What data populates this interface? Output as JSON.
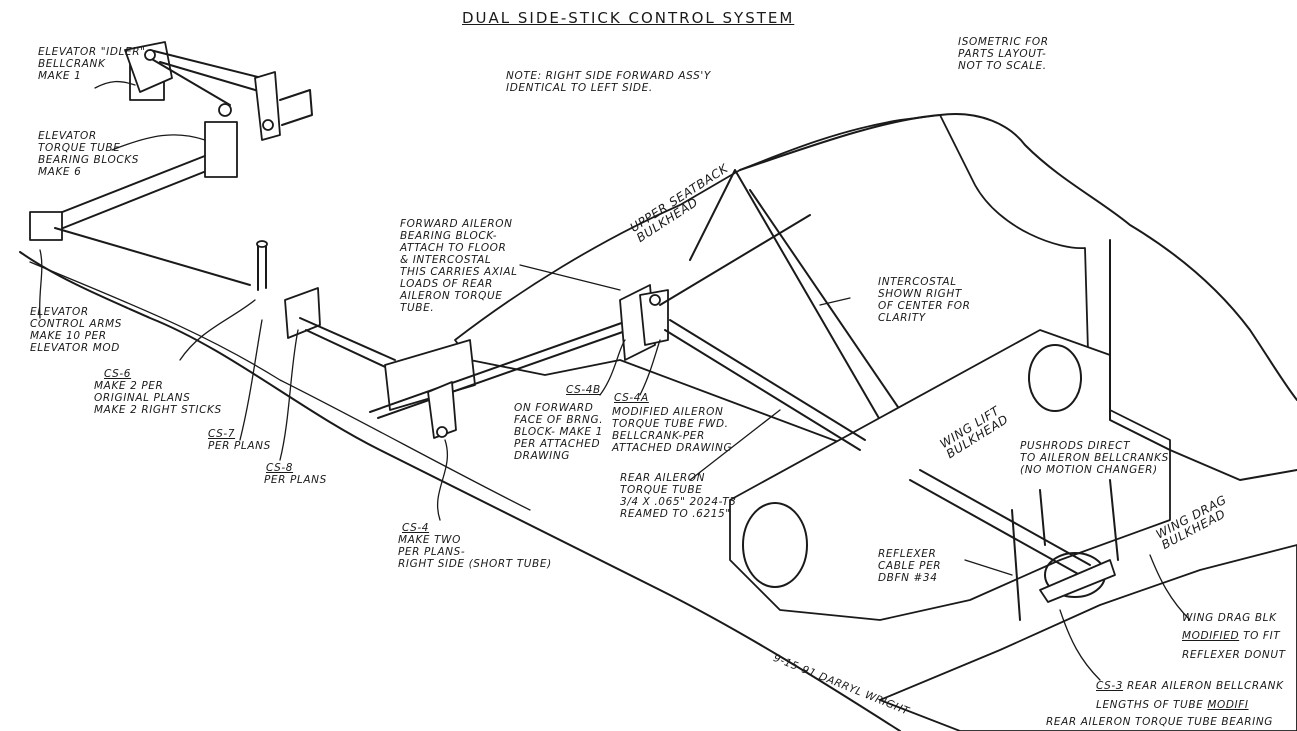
{
  "title": "DUAL SIDE-STICK CONTROL SYSTEM",
  "notes": {
    "isometric": "ISOMETRIC FOR\nPARTS LAYOUT-\nNOT TO SCALE.",
    "right_side": "NOTE: RIGHT SIDE FORWARD ASS'Y\nIDENTICAL TO LEFT SIDE."
  },
  "callouts": {
    "elevator_idler": "ELEVATOR \"IDLER\"\nBELLCRANK\nMAKE 1",
    "torque_tube_blocks": "ELEVATOR\nTORQUE TUBE\nBEARING BLOCKS\nMAKE 6",
    "control_arms": "ELEVATOR\nCONTROL ARMS\nMAKE 10 PER\nELEVATOR MOD",
    "cs6_code": "CS-6",
    "cs6_text": "MAKE 2 PER\nORIGINAL PLANS\nMAKE 2 RIGHT STICKS",
    "cs7_code": "CS-7",
    "cs7_text": "PER PLANS",
    "cs8_code": "CS-8",
    "cs8_text": "PER PLANS",
    "cs4_code": "CS-4",
    "cs4_text": "MAKE TWO\nPER PLANS-\nRIGHT SIDE (SHORT TUBE)",
    "fwd_aileron_block": "FORWARD AILERON\nBEARING BLOCK-\nATTACH TO FLOOR\n& INTERCOSTAL\nTHIS CARRIES AXIAL\nLOADS OF REAR\nAILERON TORQUE\nTUBE.",
    "cs4b_code": "CS-4B",
    "cs4b_text": "ON FORWARD\nFACE OF BRNG.\nBLOCK- MAKE 1\nPER ATTACHED\nDRAWING",
    "cs4a_code": "CS-4A",
    "cs4a_text": "MODIFIED AILERON\nTORQUE TUBE FWD.\nBELLCRANK-PER\nATTACHED DRAWING",
    "rear_torque_tube": "REAR AILERON\nTORQUE TUBE\n3/4 X .065\" 2024-T3\nREAMED TO .6215\"",
    "intercostal": "INTERCOSTAL\nSHOWN RIGHT\nOF CENTER FOR\nCLARITY",
    "upper_seatback": "UPPER SEATBACK\nBULKHEAD",
    "wing_lift": "WING LIFT\nBULKHEAD",
    "wing_drag": "WING DRAG\nBULKHEAD",
    "pushrods": "PUSHRODS DIRECT\nTO AILERON BELLCRANKS\n(NO MOTION CHANGER)",
    "reflexer_cable": "REFLEXER\nCABLE PER\nDBFN #34",
    "drag_blk_mod_a": "WING DRAG BLK",
    "drag_blk_mod_b": "MODIFIED",
    "drag_blk_mod_c": " TO FIT\nREFLEXER DONUT",
    "cs3_code": "CS-3",
    "cs3_text": " REAR AILERON BELLCRANK\nLENGTHS OF TUBE ",
    "cs3_mod": "MODIFI",
    "rear_bearing": "REAR AILERON TORQUE TUBE BEARING",
    "signature": "9-15-91 DARRYL WRIGHT"
  }
}
